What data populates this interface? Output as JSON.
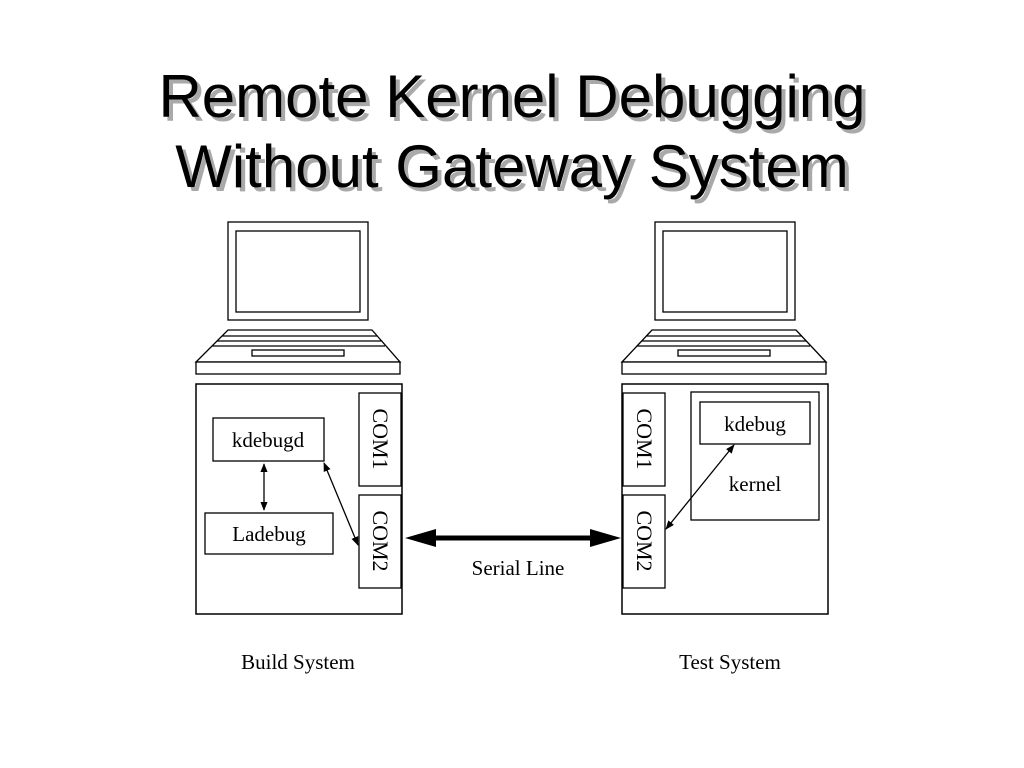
{
  "title": {
    "line1": "Remote Kernel Debugging",
    "line2": "Without Gateway System"
  },
  "build_system": {
    "caption": "Build System",
    "process_top": "kdebugd",
    "process_bottom": "Ladebug",
    "port_top": "COM1",
    "port_bottom": "COM2"
  },
  "test_system": {
    "caption": "Test System",
    "module": "kdebug",
    "container": "kernel",
    "port_top": "COM1",
    "port_bottom": "COM2"
  },
  "link": {
    "label": "Serial Line"
  }
}
